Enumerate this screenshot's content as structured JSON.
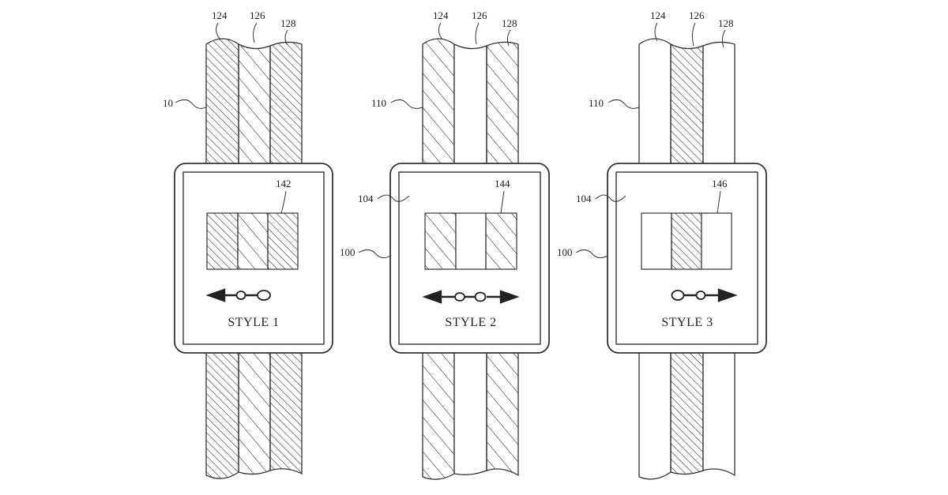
{
  "watches": [
    {
      "id": "watch-1",
      "band_label": "10",
      "face_label": "",
      "housing_label": "",
      "window_label": "142",
      "strip_labels": [
        "124",
        "126",
        "128"
      ],
      "style_label": "STYLE 1",
      "strip_patterns": [
        "fine",
        "coarse",
        "fine"
      ],
      "arrows": [
        "left"
      ]
    },
    {
      "id": "watch-2",
      "band_label": "110",
      "face_label": "104",
      "housing_label": "100",
      "window_label": "144",
      "strip_labels": [
        "124",
        "126",
        "128"
      ],
      "style_label": "STYLE 2",
      "strip_patterns": [
        "coarse",
        "none",
        "coarse"
      ],
      "arrows": [
        "left",
        "right"
      ]
    },
    {
      "id": "watch-3",
      "band_label": "110",
      "face_label": "104",
      "housing_label": "100",
      "window_label": "146",
      "strip_labels": [
        "124",
        "126",
        "128"
      ],
      "style_label": "STYLE 3",
      "strip_patterns": [
        "none",
        "fine",
        "none"
      ],
      "arrows": [
        "right"
      ]
    }
  ],
  "colors": {
    "line": "#222222",
    "background": "#ffffff"
  }
}
